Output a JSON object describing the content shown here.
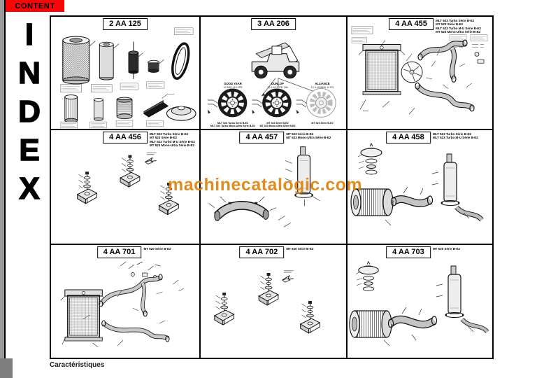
{
  "banner": {
    "label": "CONTENT"
  },
  "sidebar": {
    "letters": [
      "I",
      "N",
      "D",
      "E",
      "X"
    ]
  },
  "watermark": {
    "text": "machinecatalogic.com"
  },
  "footer": {
    "caption": "Caractéristiques"
  },
  "colors": {
    "banner_bg": "#f70808",
    "watermark_orange": "#dd830e",
    "page_edge_gray": "#9b9b9b",
    "grid_border": "#000000"
  },
  "panels": [
    {
      "code": "2 AA 125",
      "models": []
    },
    {
      "code": "3 AA 206",
      "models": [],
      "tires": [
        {
          "brand": "GOOD YEAR",
          "size": "12.5/80-18 12PR",
          "models": [
            "MLT 523 Turbo Série B-E2",
            "MLT 523 Turbo Mono-Ultra Série B-E2"
          ]
        },
        {
          "brand": "DUNLOP",
          "size": "12.5-18 12PR T86",
          "models": [
            "MT 523 Série B-E2",
            "MT 523 Mono-Ultra Série B-E2"
          ]
        },
        {
          "brand": "ALLIANCE",
          "size": "12.5-18 8906 12 PR",
          "models": [
            "MT 523 Série B-E2"
          ]
        }
      ]
    },
    {
      "code": "4 AA 455",
      "models": [
        "MLT 523 Turbo Série B-E2",
        "MT 523 Série B-E2",
        "MLT 523 Turbo M-U Série B-E2",
        "MT 523 Mono-Ultra Série B-E2"
      ]
    },
    {
      "code": "4 AA 456",
      "models": [
        "MLT 523 Turbo Série B-E2",
        "MT 523 Série B-E2",
        "MLT 523 Turbo M-U Série B-E2",
        "MT 523 Mono-Ultra Série B-E2"
      ]
    },
    {
      "code": "4 AA 457",
      "models": [
        "MT 523 Série B-E2",
        "MT 523 Mono-Ultra Série B-E2"
      ]
    },
    {
      "code": "4 AA 458",
      "models": [
        "MLT 523 Turbo Série B-E2",
        "MLT 523 Turbo M-U Série B-E2"
      ]
    },
    {
      "code": "4 AA 701",
      "models": [
        "MT 620 Série B-E2"
      ]
    },
    {
      "code": "4 AA 702",
      "models": [
        "MT 620 Série B-E2"
      ]
    },
    {
      "code": "4 AA 703",
      "models": [
        "MT 620 Série B-E2"
      ]
    }
  ]
}
